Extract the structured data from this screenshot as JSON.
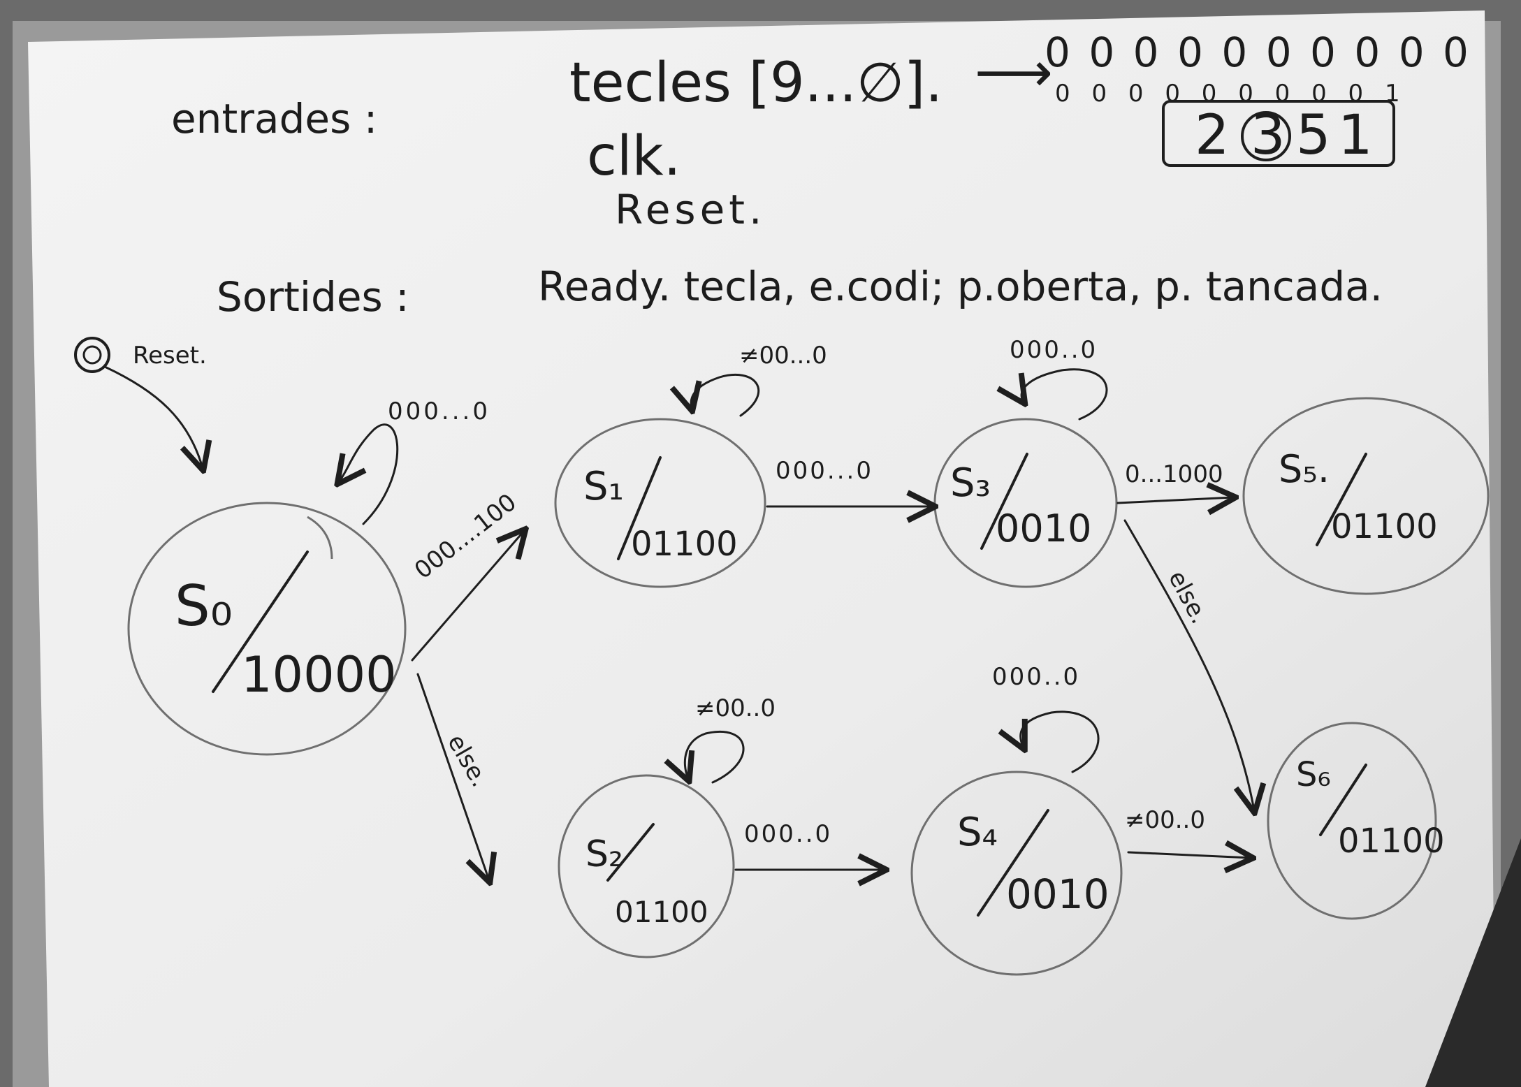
{
  "header": {
    "inputs_label": "entrades :",
    "inputs": [
      "tecles [9...∅].",
      "clk.",
      "Reset."
    ],
    "key_arrow": "⟶",
    "code_row1": "0 0 0 0 0 0 0 0 0 0",
    "code_row2": "0 0 0 0 0 0 0 0 0 1",
    "code_box": [
      "2",
      "3",
      "5",
      "1"
    ],
    "outputs_label": "Sortides :",
    "outputs": "Ready. tecla, e.codi; p.oberta, p. tancada."
  },
  "reset_label": "Reset.",
  "states": [
    {
      "id": "s0",
      "name": "S₀",
      "output": "10000"
    },
    {
      "id": "s1",
      "name": "S₁",
      "output": "01100"
    },
    {
      "id": "s2",
      "name": "S₂",
      "output": "01100"
    },
    {
      "id": "s3",
      "name": "S₃",
      "output": "0010"
    },
    {
      "id": "s4",
      "name": "S₄",
      "output": "0010"
    },
    {
      "id": "s5",
      "name": "S₅.",
      "output": "01100"
    },
    {
      "id": "s6",
      "name": "S₆",
      "output": "01100"
    }
  ],
  "transitions": [
    {
      "from": "s0",
      "to": "s0",
      "label": "000...0"
    },
    {
      "from": "s0",
      "to": "s1",
      "label": "000....100"
    },
    {
      "from": "s0",
      "to": "s2",
      "label": "else."
    },
    {
      "from": "s1",
      "to": "s1",
      "label": "≠00...0"
    },
    {
      "from": "s1",
      "to": "s3",
      "label": "000...0"
    },
    {
      "from": "s2",
      "to": "s2",
      "label": "≠00..0"
    },
    {
      "from": "s2",
      "to": "s4",
      "label": "000..0"
    },
    {
      "from": "s3",
      "to": "s3",
      "label": "000..0"
    },
    {
      "from": "s3",
      "to": "s5",
      "label": "0...1000"
    },
    {
      "from": "s3",
      "to": "s6",
      "label": "else."
    },
    {
      "from": "s4",
      "to": "s4",
      "label": "000..0"
    },
    {
      "from": "s4",
      "to": "s6",
      "label": "≠00..0"
    }
  ]
}
